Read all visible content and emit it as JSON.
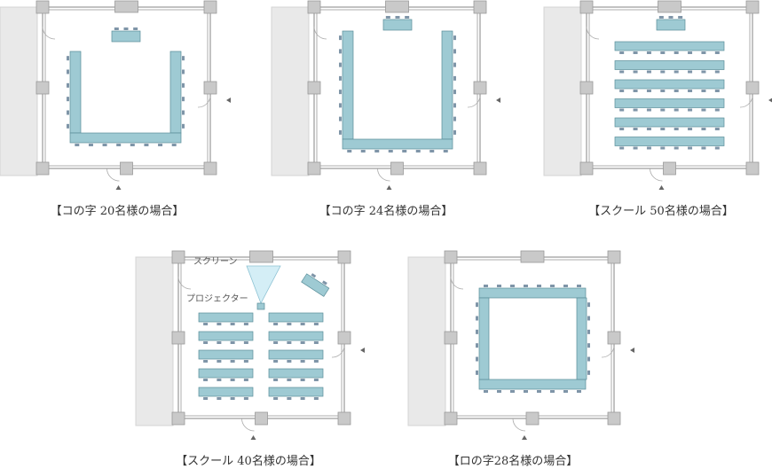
{
  "layouts": [
    {
      "caption": "【コの字 20名様の場合】",
      "arrangement": "u-shape",
      "seats": 20
    },
    {
      "caption": "【コの字 24名様の場合】",
      "arrangement": "u-shape",
      "seats": 24
    },
    {
      "caption": "【スクール 50名様の場合】",
      "arrangement": "school",
      "seats": 50
    },
    {
      "caption": "【スクール 40名様の場合】",
      "arrangement": "school-with-screen",
      "seats": 40,
      "labels": {
        "screen": "スクリーン",
        "projector": "プロジェクター"
      }
    },
    {
      "caption": "【ロの字28名様の場合】",
      "arrangement": "hollow-square",
      "seats": 28
    }
  ],
  "colors": {
    "table_fill": "#9ecad3",
    "table_stroke": "#5a8e99",
    "chair": "#7f95a8",
    "pillar": "#c9c9c9",
    "wall": "#9a9a9a",
    "outside": "#e9e9e9",
    "screen_fill": "#d4eef6",
    "screen_stroke": "#8ec3d4"
  }
}
